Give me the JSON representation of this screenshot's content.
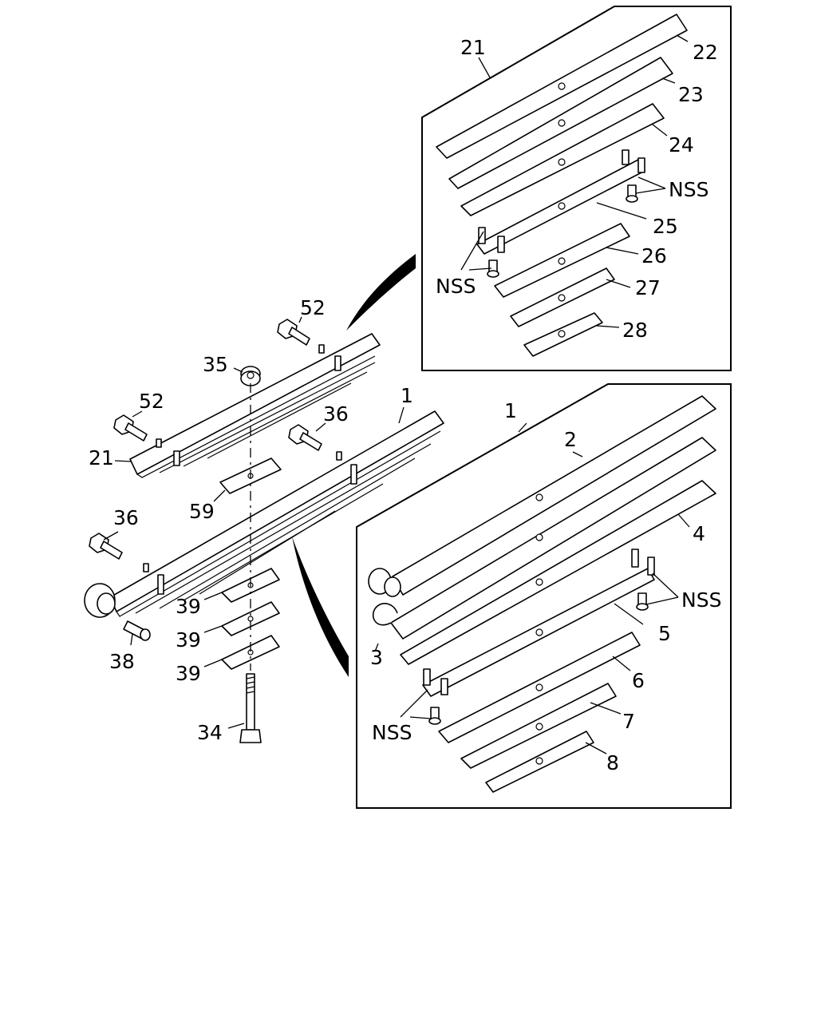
{
  "diagram": {
    "labels": {
      "p1_main": "1",
      "p1_inset": "1",
      "p2": "2",
      "p3": "3",
      "p4": "4",
      "p5": "5",
      "p6": "6",
      "p7": "7",
      "p8": "8",
      "p21_main": "21",
      "p21_inset": "21",
      "p22": "22",
      "p23": "23",
      "p24": "24",
      "p25": "25",
      "p26": "26",
      "p27": "27",
      "p28": "28",
      "p34": "34",
      "p35": "35",
      "p36_upper": "36",
      "p36_lower": "36",
      "p38": "38",
      "p39_a": "39",
      "p39_b": "39",
      "p39_c": "39",
      "p52_upper": "52",
      "p52_lower": "52",
      "p59": "59",
      "nss_top_right": "NSS",
      "nss_top_left": "NSS",
      "nss_bottom_right": "NSS",
      "nss_bottom_left": "NSS"
    }
  }
}
